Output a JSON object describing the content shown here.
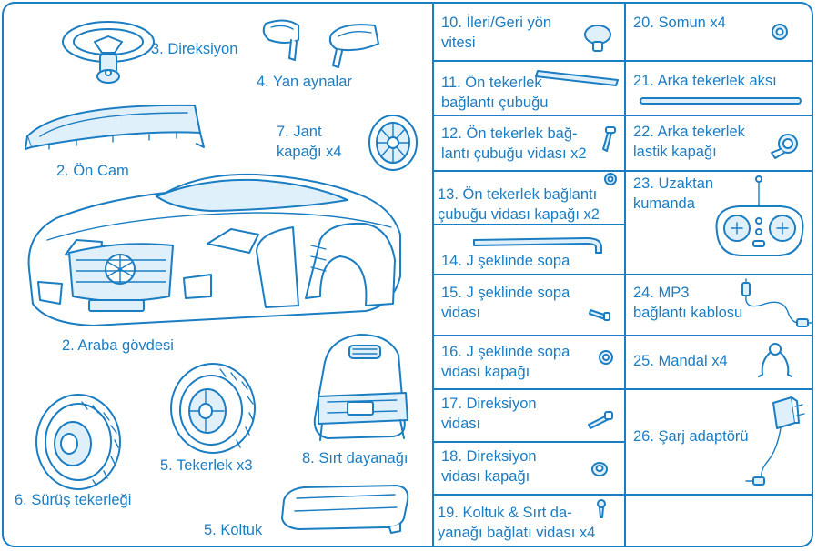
{
  "colors": {
    "accent": "#1b7dc2",
    "light_fill": "#dff0fb"
  },
  "left_panel": {
    "steering_wheel": "3. Direksiyon",
    "side_mirrors": "4. Yan aynalar",
    "windshield": "2. Ön Cam",
    "hubcap": "7. Jant\nkapağı x4",
    "car_body": "2. Araba gövdesi",
    "drive_wheel": "6. Sürüş tekerleği",
    "wheel": "5. Tekerlek x3",
    "backrest": "8. Sırt dayanağı",
    "seat": "5. Koltuk"
  },
  "parts_middle": [
    {
      "label": "10. İleri/Geri yön\nvitesi",
      "icon": "gear-knob-icon"
    },
    {
      "label": "11. Ön tekerlek\nbağlantı çubuğu",
      "icon": "rod-icon"
    },
    {
      "label": "12. Ön tekerlek bağ-\nlantı çubuğu vidası x2",
      "icon": "screw-icon"
    },
    {
      "label": "13. Ön tekerlek bağlantı\nçubuğu vidası kapağı x2",
      "icon": "cap-icon"
    },
    {
      "label": "14. J şeklinde sopa",
      "icon": "j-stick-icon"
    },
    {
      "label": "15. J şeklinde sopa\nvidası",
      "icon": "screw-icon"
    },
    {
      "label": "16. J şeklinde sopa\nvidası kapağı",
      "icon": "cap-icon"
    },
    {
      "label": "17. Direksiyon\nvidası",
      "icon": "screw-icon"
    },
    {
      "label": "18. Direksiyon\nvidası kapağı",
      "icon": "cap-icon"
    },
    {
      "label": "19. Koltuk & Sırt da-\nyanağı bağlatı vidası x4",
      "icon": "small-screw-icon"
    }
  ],
  "parts_right": [
    {
      "label": "20. Somun x4",
      "icon": "nut-icon"
    },
    {
      "label": "21. Arka tekerlek aksı",
      "icon": "axle-icon"
    },
    {
      "label": "22. Arka tekerlek\nlastik kapağı",
      "icon": "rubber-cap-icon"
    },
    {
      "label": "23. Uzaktan\nkumanda",
      "icon": "remote-control-icon"
    },
    {
      "label": "24. MP3\nbağlantı kablosu",
      "icon": "cable-icon"
    },
    {
      "label": "25. Mandal x4",
      "icon": "clip-icon"
    },
    {
      "label": "26. Şarj adaptörü",
      "icon": "charger-icon"
    }
  ]
}
